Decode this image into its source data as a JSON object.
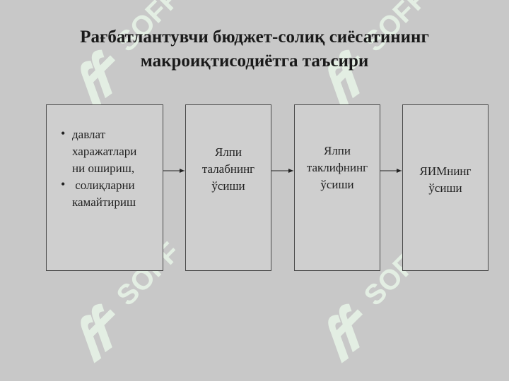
{
  "title": {
    "line1": "Рағбатлантувчи бюджет-солиқ сиёсатининг",
    "line2": "макроиқтисодиётга таъсири"
  },
  "boxes": {
    "box1": {
      "bullets": [
        [
          "давлат",
          "харажатлари",
          "ни ошириш,"
        ],
        [
          " солиқларни",
          "камайтириш"
        ]
      ]
    },
    "box2": {
      "lines": [
        "Ялпи",
        "талабнинг",
        "ўсиши"
      ]
    },
    "box3": {
      "lines": [
        "Ялпи",
        "таклифнинг",
        "ўсиши"
      ]
    },
    "box4": {
      "lines": [
        "ЯИМнинг",
        "ўсиши"
      ]
    }
  },
  "watermark": {
    "text": "SOFF"
  },
  "colors": {
    "background": "#c8c8c8",
    "watermark": "#e6f3e6",
    "border": "#4a4a4a"
  }
}
